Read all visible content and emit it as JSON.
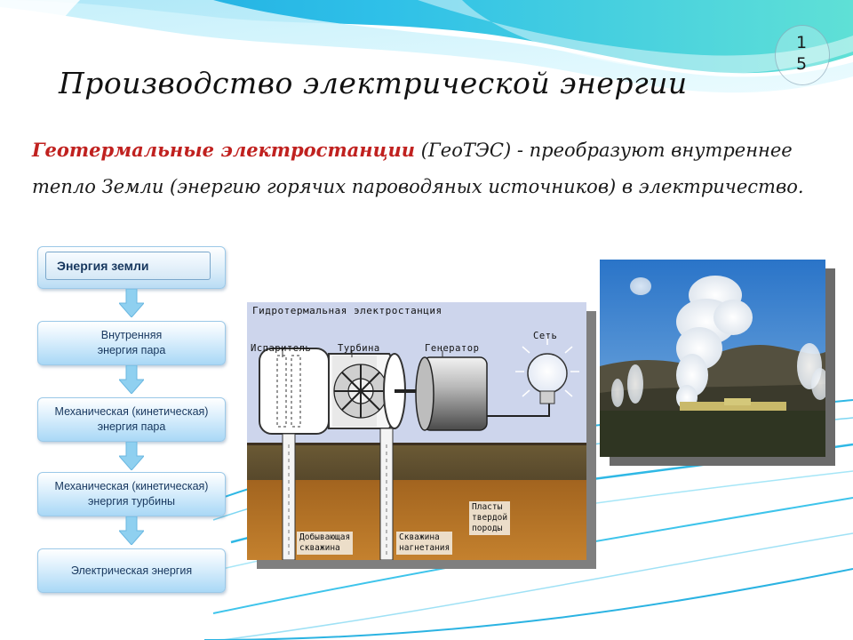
{
  "slide": {
    "page_number_line1": "1",
    "page_number_line2": "5",
    "title": "Производство электрической энергии",
    "intro": {
      "term": "Геотермальные электростанции",
      "text": " (ГеоТЭС) - преобразуют внутреннее тепло Земли (энергию горячих пароводяных источников) в электричество."
    }
  },
  "flow": {
    "items": [
      {
        "label": "Энергия земли"
      },
      {
        "label": "Внутренняя\nэнергия пара"
      },
      {
        "label": "Механическая (кинетическая)\nэнергия пара"
      },
      {
        "label": "Механическая (кинетическая)\nэнергия турбины"
      },
      {
        "label": "Электрическая энергия"
      }
    ]
  },
  "diagram": {
    "title": "Гидротермальная электростанция",
    "labels": {
      "evaporator": "Испаритель",
      "turbine": "Турбина",
      "generator": "Генератор",
      "grid": "Сеть"
    },
    "tags": {
      "production_well": "Добывающая\nскважина",
      "injection_well": "Скважина\nнагнетания",
      "rock_layers": "Пласты\nтвердой\nпороды"
    }
  },
  "colors": {
    "accent_red": "#c0211f",
    "flow_text": "#17375e",
    "wave_cyan": "#1fb6e6"
  },
  "icons": {
    "flow_arrow": "down-arrow-icon",
    "bulb": "lightbulb-icon"
  }
}
